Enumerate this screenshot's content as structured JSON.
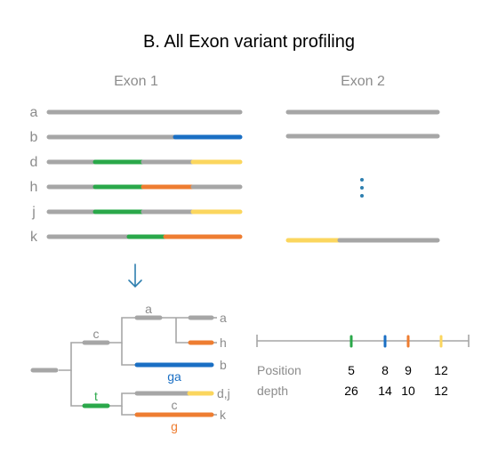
{
  "title": "B. All Exon variant profiling",
  "exons": {
    "exon1": "Exon 1",
    "exon2": "Exon 2"
  },
  "rows": [
    {
      "label": "a"
    },
    {
      "label": "b"
    },
    {
      "label": "d"
    },
    {
      "label": "h"
    },
    {
      "label": "j"
    },
    {
      "label": "k"
    }
  ],
  "colors": {
    "gray": "#a6a6a6",
    "blue": "#1a6fc4",
    "green": "#2aa84a",
    "orange": "#ee7d31",
    "yellow": "#fbd65e",
    "teal": "#2e7faf",
    "text_gray": "#8c8c8c"
  },
  "tree": {
    "node_a": "a",
    "node_c_top": "c",
    "node_t": "t",
    "node_ga": "ga",
    "node_c_bottom": "c",
    "node_g": "g",
    "leaf_a": "a",
    "leaf_h": "h",
    "leaf_b": "b",
    "leaf_dj": "d,j",
    "leaf_k": "k"
  },
  "track": {
    "position_label": "Position",
    "depth_label": "depth",
    "positions": [
      "5",
      "8",
      "9",
      "12"
    ],
    "depths": [
      "26",
      "14",
      "10",
      "12"
    ]
  }
}
